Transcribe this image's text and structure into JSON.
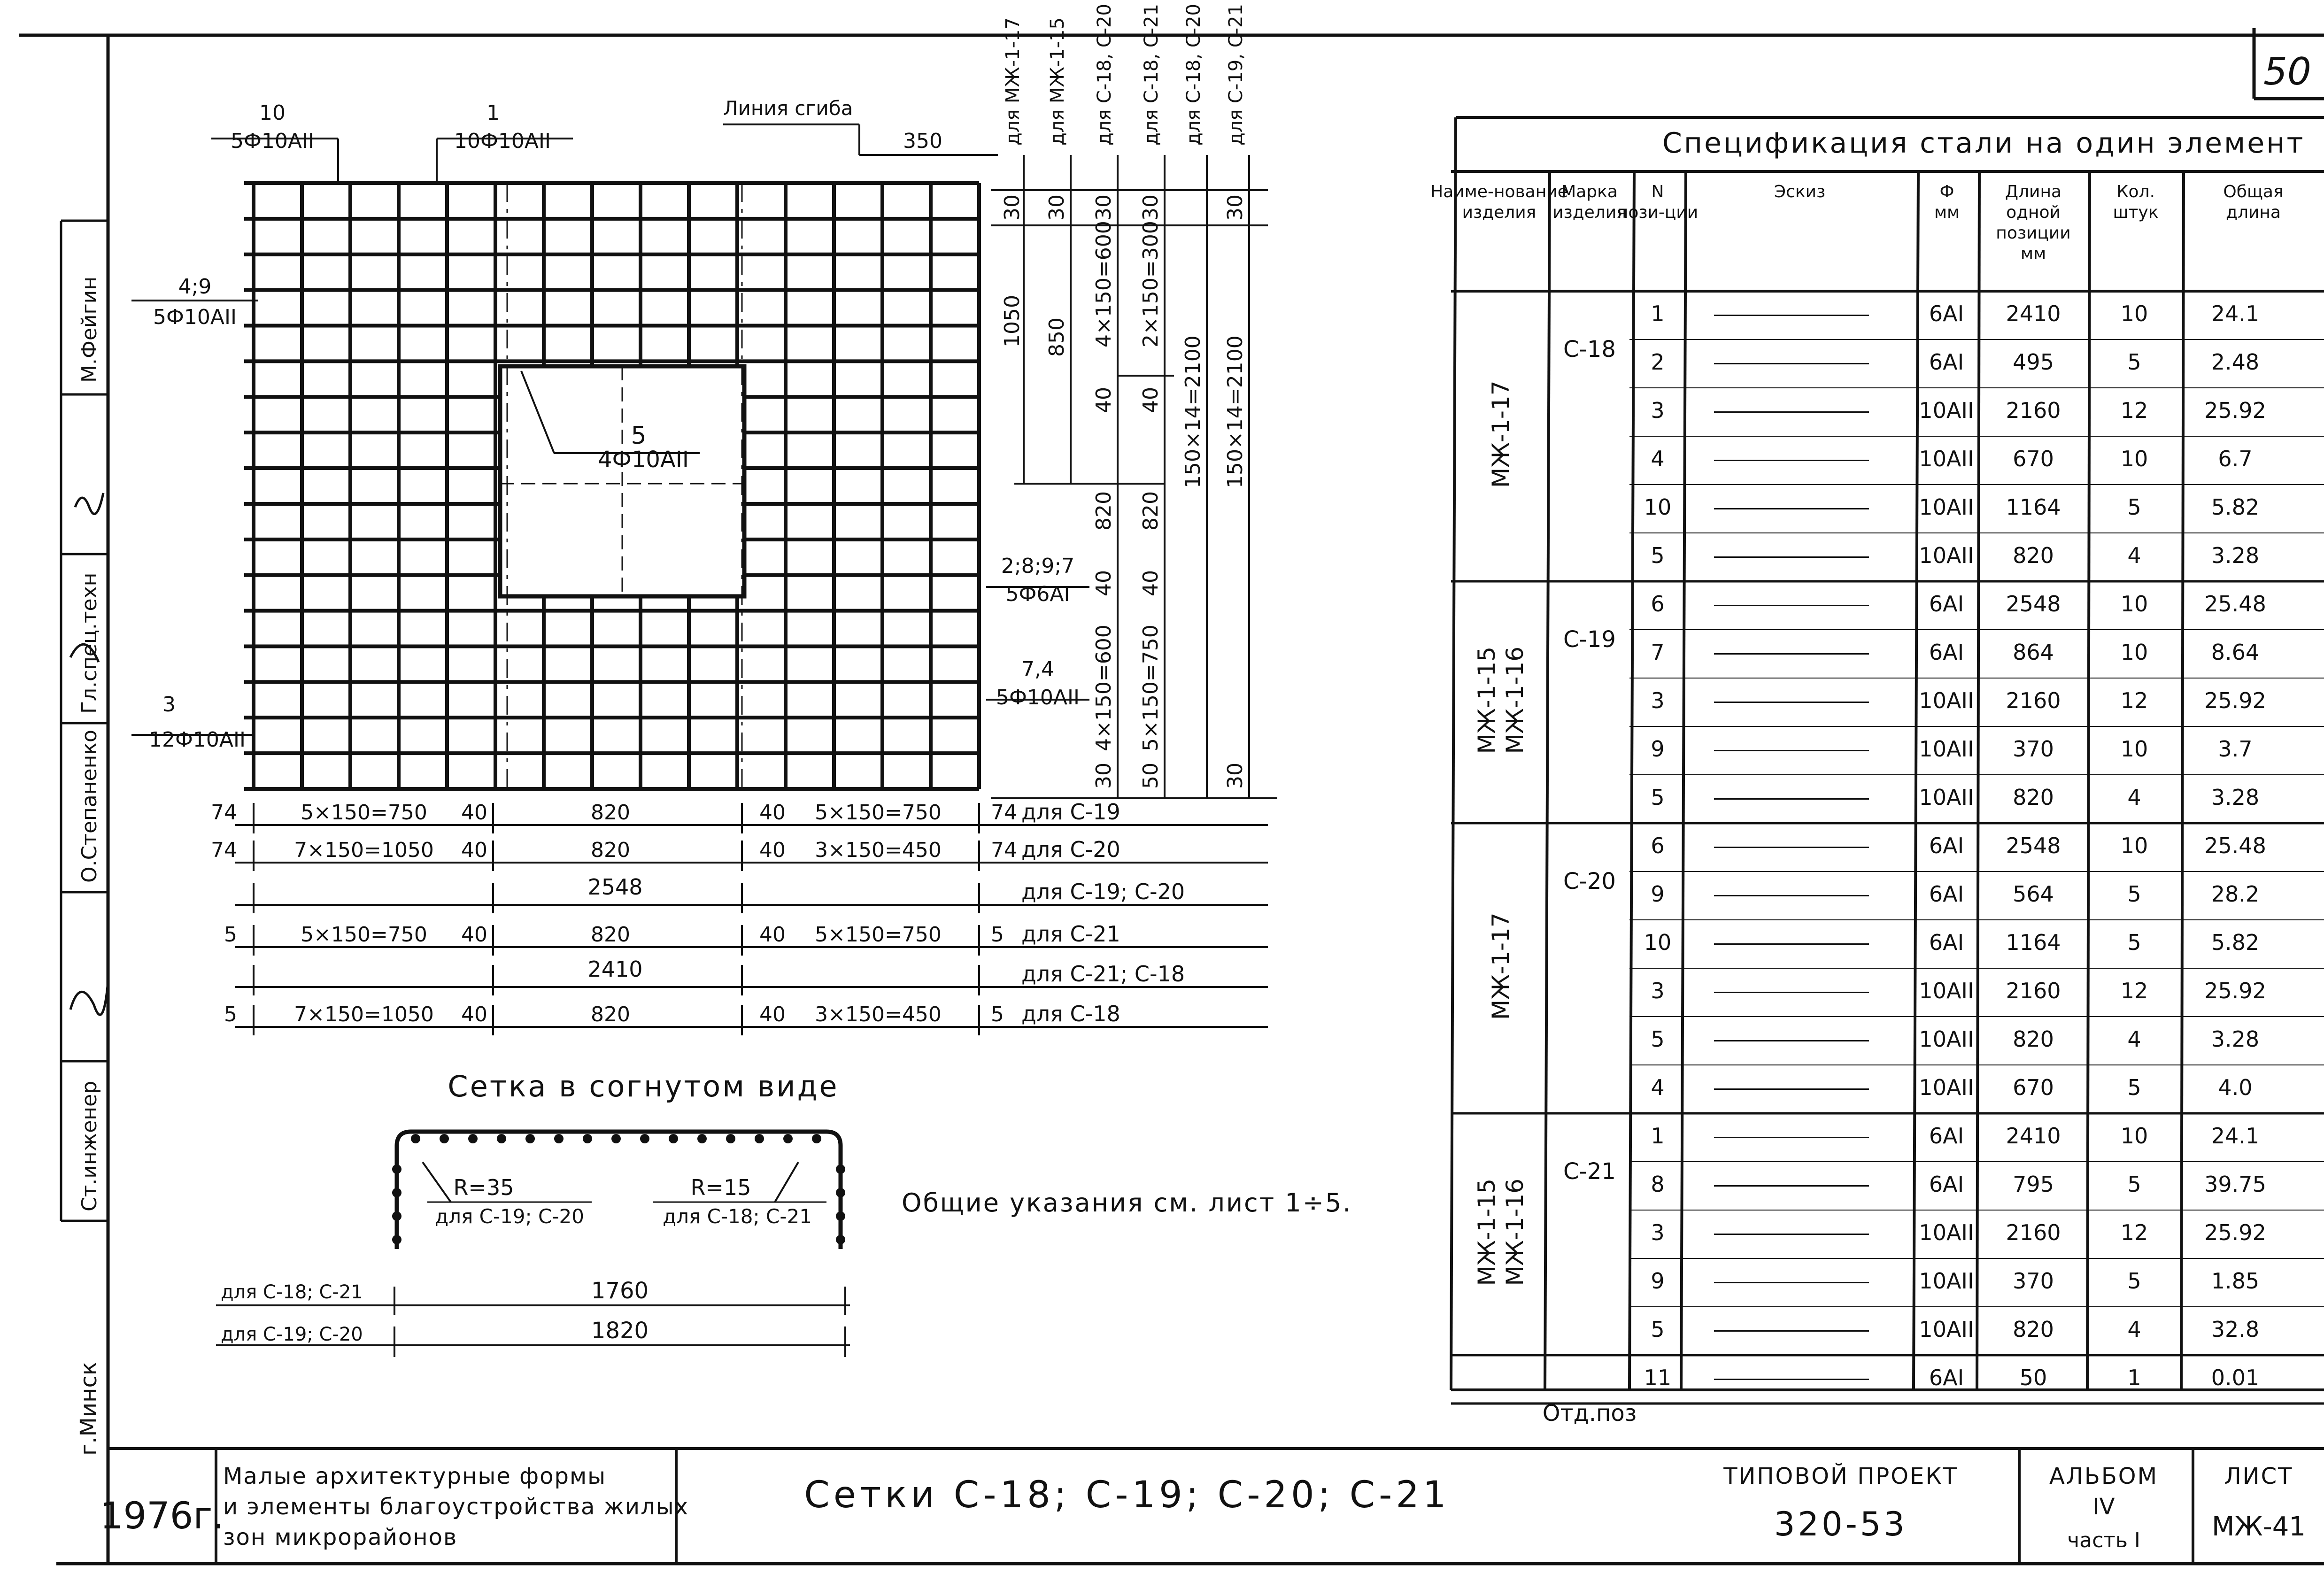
{
  "sheet_number": "50",
  "side_stamp": {
    "labels": [
      "М.Фейгин",
      "Гл.спец.техн",
      "О.Степаненко",
      "Ст.инженер",
      "г.Минск"
    ]
  },
  "drawing": {
    "callouts": {
      "top_left_num": "10",
      "top_left_spec": "5Ф10АII",
      "top_mid_num": "1",
      "top_mid_spec": "10Ф10АII",
      "bend_line": "Линия сгиба",
      "bend_dim": "350",
      "left_a_num": "4;9",
      "left_a_spec": "5Ф10АII",
      "opening_num": "5",
      "opening_spec": "4Ф10АII",
      "left_b_num": "3",
      "left_b_spec": "12Ф10АII",
      "right_a_num": "2;8;9;7",
      "right_a_spec": "5Ф6АI",
      "right_b_num": "7,4",
      "right_b_spec": "5Ф10АII"
    },
    "top_column_labels": [
      "для МЖ-1-17",
      "для МЖ-1-15",
      "для С-18, С-20",
      "для С-18, С-21",
      "для С-18, С-20",
      "для С-19, С-21"
    ],
    "vertical_dims": [
      "30",
      "30",
      "30",
      "30",
      "30",
      "1050",
      "850",
      "4×150=600",
      "2×150=300",
      "40",
      "40",
      "150×14=2100",
      "150×14=2100",
      "820",
      "820",
      "40",
      "40",
      "4×150=600",
      "5×150=750",
      "30",
      "50",
      "30"
    ],
    "dim_rows": [
      {
        "left": "74",
        "parts": [
          "5×150=750",
          "40",
          "820",
          "40",
          "5×150=750"
        ],
        "right": "74",
        "label": "для С-19"
      },
      {
        "left": "74",
        "parts": [
          "7×150=1050",
          "40",
          "820",
          "40",
          "3×150=450"
        ],
        "right": "74",
        "label": "для С-20"
      },
      {
        "left": "",
        "parts": [
          "2548"
        ],
        "right": "",
        "label": "для С-19; С-20"
      },
      {
        "left": "5",
        "parts": [
          "5×150=750",
          "40",
          "820",
          "40",
          "5×150=750"
        ],
        "right": "5",
        "label": "для С-21"
      },
      {
        "left": "",
        "parts": [
          "2410"
        ],
        "right": "",
        "label": "для С-21; С-18"
      },
      {
        "left": "5",
        "parts": [
          "7×150=1050",
          "40",
          "820",
          "40",
          "3×150=450"
        ],
        "right": "5",
        "label": "для С-18"
      }
    ],
    "bent_title": "Сетка в согнутом виде",
    "bent_r1": "R=35",
    "bent_r1_for": "для С-19; С-20",
    "bent_r2": "R=15",
    "bent_r2_for": "для С-18; С-21",
    "bent_dim1_label": "для С-18; С-21",
    "bent_dim1": "1760",
    "bent_dim2_label": "для С-19; С-20",
    "bent_dim2": "1820",
    "general_note": "Общие указания см. лист 1÷5."
  },
  "spec_table": {
    "title": "Спецификация стали на один элемент",
    "headers": [
      "Наиме-нование изделия",
      "Марка изделия",
      "N пози-ции",
      "Эскиз",
      "Ф мм",
      "Длина одной позиции мм",
      "Кол. штук",
      "Общая длина"
    ],
    "groups": [
      {
        "product": "МЖ-1-17",
        "mark": "С-18",
        "rows": [
          {
            "pos": "1",
            "dia": "6АI",
            "len": "2410",
            "qty": "10",
            "total": "24.1"
          },
          {
            "pos": "2",
            "dia": "6АI",
            "len": "495",
            "qty": "5",
            "total": "2.48"
          },
          {
            "pos": "3",
            "dia": "10АII",
            "len": "2160",
            "qty": "12",
            "total": "25.92"
          },
          {
            "pos": "4",
            "dia": "10АII",
            "len": "670",
            "qty": "10",
            "total": "6.7"
          },
          {
            "pos": "10",
            "dia": "10АII",
            "len": "1164",
            "qty": "5",
            "total": "5.82"
          },
          {
            "pos": "5",
            "dia": "10АII",
            "len": "820",
            "qty": "4",
            "total": "3.28"
          }
        ]
      },
      {
        "product": "МЖ-1-15 МЖ-1-16",
        "mark": "С-19",
        "rows": [
          {
            "pos": "6",
            "dia": "6АI",
            "len": "2548",
            "qty": "10",
            "total": "25.48"
          },
          {
            "pos": "7",
            "dia": "6АI",
            "len": "864",
            "qty": "10",
            "total": "8.64"
          },
          {
            "pos": "3",
            "dia": "10АII",
            "len": "2160",
            "qty": "12",
            "total": "25.92"
          },
          {
            "pos": "9",
            "dia": "10АII",
            "len": "370",
            "qty": "10",
            "total": "3.7"
          },
          {
            "pos": "5",
            "dia": "10АII",
            "len": "820",
            "qty": "4",
            "total": "3.28"
          }
        ]
      },
      {
        "product": "МЖ-1-17",
        "mark": "С-20",
        "rows": [
          {
            "pos": "6",
            "dia": "6АI",
            "len": "2548",
            "qty": "10",
            "total": "25.48"
          },
          {
            "pos": "9",
            "dia": "6АI",
            "len": "564",
            "qty": "5",
            "total": "28.2"
          },
          {
            "pos": "10",
            "dia": "6АI",
            "len": "1164",
            "qty": "5",
            "total": "5.82"
          },
          {
            "pos": "3",
            "dia": "10АII",
            "len": "2160",
            "qty": "12",
            "total": "25.92"
          },
          {
            "pos": "5",
            "dia": "10АII",
            "len": "820",
            "qty": "4",
            "total": "3.28"
          },
          {
            "pos": "4",
            "dia": "10АII",
            "len": "670",
            "qty": "5",
            "total": "4.0"
          }
        ]
      },
      {
        "product": "МЖ-1-15 МЖ-1-16",
        "mark": "С-21",
        "rows": [
          {
            "pos": "1",
            "dia": "6АI",
            "len": "2410",
            "qty": "10",
            "total": "24.1"
          },
          {
            "pos": "8",
            "dia": "6АI",
            "len": "795",
            "qty": "5",
            "total": "39.75"
          },
          {
            "pos": "3",
            "dia": "10АII",
            "len": "2160",
            "qty": "12",
            "total": "25.92"
          },
          {
            "pos": "9",
            "dia": "10АII",
            "len": "370",
            "qty": "5",
            "total": "1.85"
          },
          {
            "pos": "5",
            "dia": "10АII",
            "len": "820",
            "qty": "4",
            "total": "32.8"
          }
        ]
      },
      {
        "product": "",
        "mark": "Отд.поз",
        "rows": [
          {
            "pos": "11",
            "dia": "6АI",
            "len": "50",
            "qty": "1",
            "total": "0.01"
          }
        ]
      }
    ]
  },
  "title_block": {
    "year": "1976г.",
    "project_name": "Малые архитектурные формы и элементы благоустройства жилых зон микрорайонов",
    "sheet_title": "Сетки С-18; С-19; С-20; С-21",
    "project_label": "ТИПОВОЙ ПРОЕКТ",
    "project_code": "320-53",
    "album_label": "АЛЬБОМ",
    "album_num": "IV",
    "album_part": "часть I",
    "sheet_label": "ЛИСТ",
    "sheet_code": "МЖ-41"
  }
}
